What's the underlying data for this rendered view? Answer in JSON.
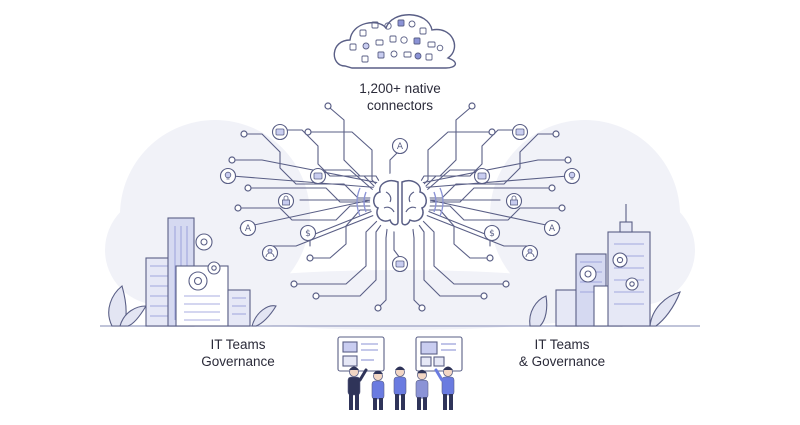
{
  "diagram": {
    "cloud_label": {
      "line1": "1,200+ native",
      "line2": "connectors"
    },
    "left_label": {
      "line1": "IT Teams",
      "line2": "Governance"
    },
    "right_label": {
      "line1": "IT Teams",
      "line2": "& Governance"
    },
    "node_glyphs": {
      "letter": "A",
      "currency": "$"
    },
    "colors": {
      "stroke": "#5a5f86",
      "accent": "#8b93d6",
      "accent_light": "#c9cdf0",
      "haze": "#eef0f7",
      "ground": "#9aa0c2",
      "person_shirt": "#6a7be0",
      "person_dark": "#2f3459"
    },
    "icons": [
      "cloud-icon",
      "brain-icon",
      "city-left-icon",
      "city-right-icon",
      "team-icon",
      "dashboard-board-icon"
    ]
  }
}
